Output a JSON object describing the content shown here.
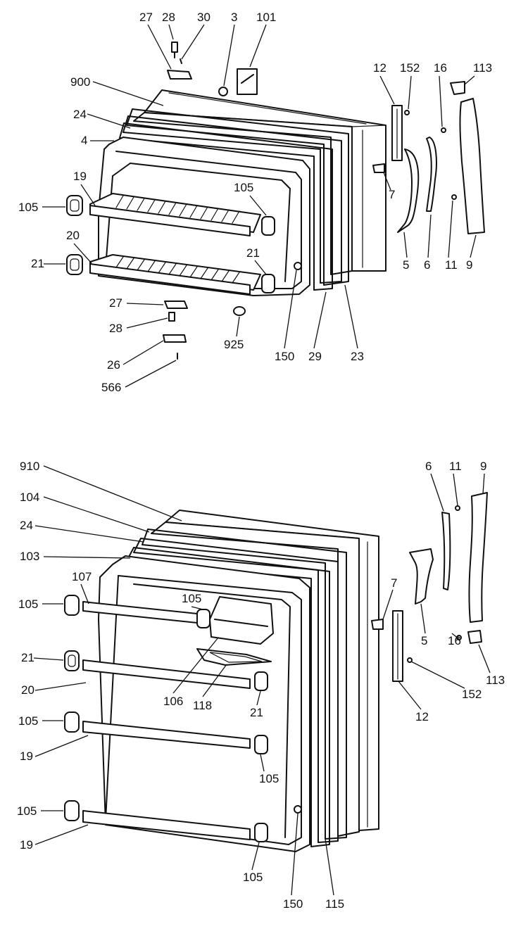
{
  "labels": {
    "top": {
      "l27a": "27",
      "l28a": "28",
      "l30": "30",
      "l3": "3",
      "l101": "101",
      "l900": "900",
      "l24a": "24",
      "l4": "4",
      "l19a": "19",
      "l105a": "105",
      "l20a": "20",
      "l21a": "21",
      "l105b": "105",
      "l21b": "21",
      "l12a": "12",
      "l152a": "152",
      "l16a": "16",
      "l113a": "113",
      "l7a": "7",
      "l5a": "5",
      "l6a": "6",
      "l11a": "11",
      "l9a": "9",
      "l27b": "27",
      "l28b": "28",
      "l26": "26",
      "l566": "566",
      "l925": "925",
      "l150a": "150",
      "l29": "29",
      "l23": "23"
    },
    "bottom": {
      "l910": "910",
      "l104": "104",
      "l24b": "24",
      "l103": "103",
      "l107": "107",
      "l105c": "105",
      "l105d": "105",
      "l21c": "21",
      "l20b": "20",
      "l106": "106",
      "l118": "118",
      "l21d": "21",
      "l105e": "105",
      "l19b": "19",
      "l105f": "105",
      "l105g": "105",
      "l19c": "19",
      "l105h": "105",
      "l150b": "150",
      "l115": "115",
      "l6b": "6",
      "l11b": "11",
      "l9b": "9",
      "l7b": "7",
      "l5b": "5",
      "l16b": "16",
      "l113b": "113",
      "l152b": "152",
      "l12b": "12"
    }
  }
}
